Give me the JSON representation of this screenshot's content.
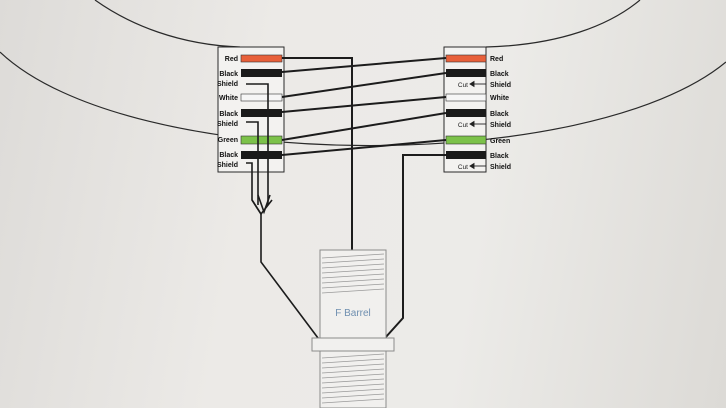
{
  "colors": {
    "red": "#e8603a",
    "black": "#1a1a1a",
    "white": "#f6f6f6",
    "green": "#7cc24a",
    "wire": "#1c1c1c",
    "outline": "#222222"
  },
  "left_connector": {
    "labels": [
      "Red",
      "Black",
      "Shield",
      "White",
      "Black",
      "Shield",
      "Green",
      "Black",
      "Shield"
    ]
  },
  "right_connector": {
    "labels": [
      "Red",
      "Black",
      "Shield",
      "White",
      "Black",
      "Shield",
      "Green",
      "Black",
      "Shield"
    ],
    "cut_label": "Cut"
  },
  "barrel": {
    "label": "F Barrel"
  }
}
